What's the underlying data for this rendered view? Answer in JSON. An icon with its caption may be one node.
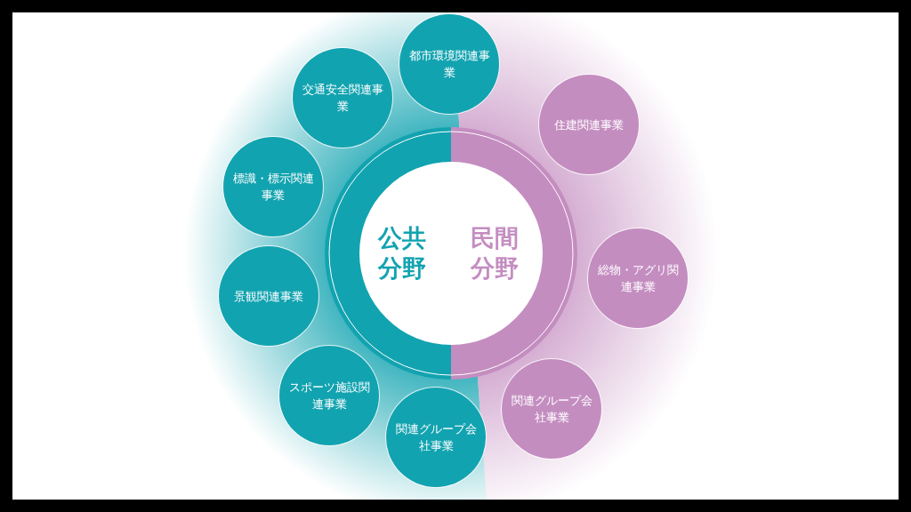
{
  "diagram": {
    "nodes": [
      {
        "text": [
          "公共分野"
        ]
      },
      {
        "text": [
          "民間分野"
        ]
      },
      {
        "text": [
          "都市環境関連事業"
        ]
      },
      {
        "text": [
          "交通安全関連事業"
        ]
      },
      {
        "text": [
          "標識・標示関連事業"
        ]
      },
      {
        "text": [
          "景観関連事業"
        ]
      },
      {
        "text": [
          "スポーツ施設関連事業"
        ]
      },
      {
        "text": [
          "関連グループ会社事業"
        ]
      },
      {
        "text": [
          "住建関連事業"
        ]
      },
      {
        "text": [
          "総物・アグリ関連事業"
        ]
      },
      {
        "text": [
          "関連グループ会社事業"
        ]
      }
    ]
  }
}
